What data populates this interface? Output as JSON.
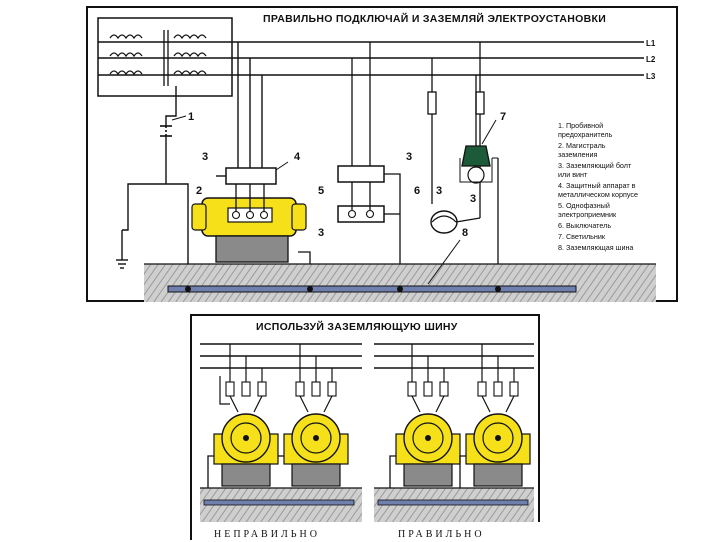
{
  "top": {
    "title": "ПРАВИЛЬНО ПОДКЛЮЧАЙ И ЗАЗЕМЛЯЙ ЭЛЕКТРОУСТАНОВКИ",
    "phase_labels": [
      "L1",
      "L2",
      "L3"
    ],
    "callouts": [
      "1",
      "2",
      "3",
      "4",
      "3",
      "5",
      "3",
      "6",
      "3",
      "7",
      "3",
      "8"
    ],
    "legend": [
      "1. Пробивной",
      "предохранитель",
      "2. Магистраль",
      "заземления",
      "3. Заземляющий болт",
      "или винт",
      "4. Защитный аппарат в",
      "металлическом корпусе",
      "5. Однофазный",
      "электроприемник",
      "6. Выключатель",
      "7. Светильник",
      "8. Заземляющая шина"
    ]
  },
  "bottom": {
    "title": "ИСПОЛЬЗУЙ ЗАЗЕМЛЯЮЩУЮ ШИНУ",
    "wrong_label": "НЕПРАВИЛЬНО",
    "right_label": "ПРАВИЛЬНО"
  },
  "colors": {
    "ink": "#111111",
    "motor_yellow": "#f5e01a",
    "motor_body_gray": "#8a8a8a",
    "ground_bus_blue": "#6f7fae",
    "ground_hatch": "#b8b8b8"
  }
}
